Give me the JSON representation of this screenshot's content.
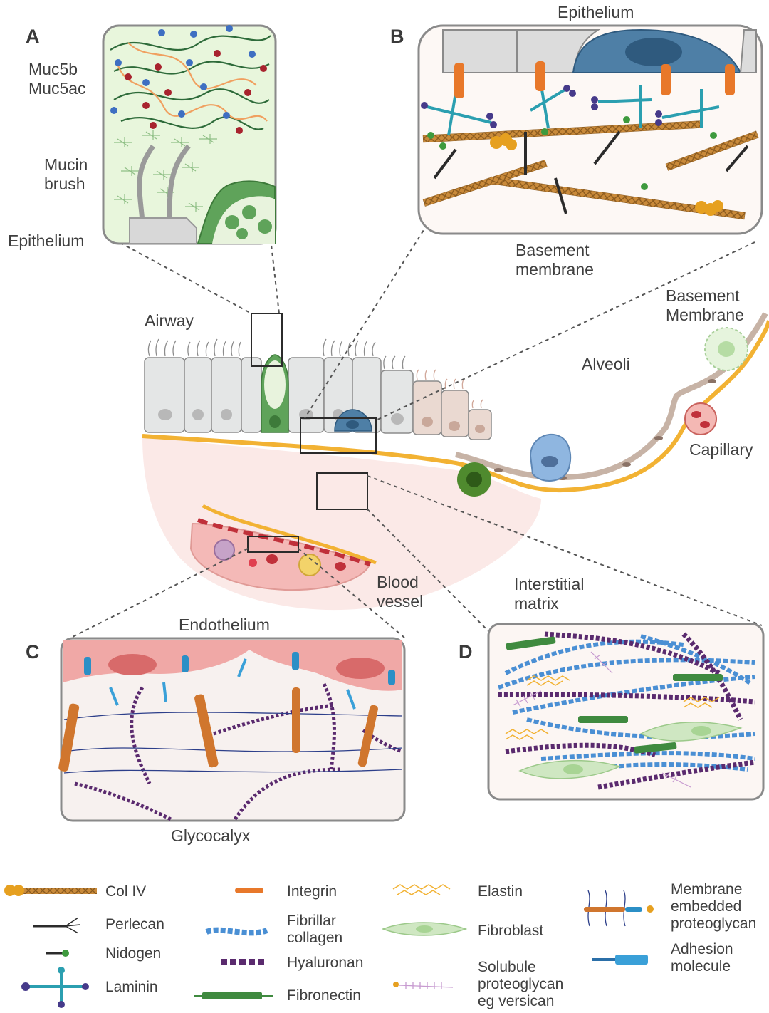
{
  "panels": {
    "a": {
      "letter": "A",
      "mucins_line1": "Muc5b",
      "mucins_line2": "Muc5ac",
      "brush_line1": "Mucin",
      "brush_line2": "brush",
      "epithelium": "Epithelium"
    },
    "b": {
      "letter": "B",
      "epithelium": "Epithelium",
      "bm_line1": "Basement",
      "bm_line2": "membrane"
    },
    "c": {
      "letter": "C",
      "endothelium": "Endothelium",
      "glycocalyx": "Glycocalyx"
    },
    "d": {
      "letter": "D",
      "im_line1": "Interstitial",
      "im_line2": "matrix"
    }
  },
  "overview": {
    "airway": "Airway",
    "bm_line1": "Basement",
    "bm_line2": "Membrane",
    "alveoli": "Alveoli",
    "capillary": "Capillary",
    "bv_line1": "Blood",
    "bv_line2": "vessel"
  },
  "legend": {
    "col4": "Col IV",
    "perlecan": "Perlecan",
    "nidogen": "Nidogen",
    "laminin": "Laminin",
    "integrin": "Integrin",
    "fib_col_line1": "Fibrillar",
    "fib_col_line2": "collagen",
    "hyaluronan": "Hyaluronan",
    "fibronectin": "Fibronectin",
    "elastin": "Elastin",
    "fibroblast": "Fibroblast",
    "pg_line1": "Solubule",
    "pg_line2": "proteoglycan",
    "pg_line3": "eg versican",
    "mep_line1": "Membrane",
    "mep_line2": "embedded",
    "mep_line3": "proteoglycan",
    "adh_line1": "Adhesion",
    "adh_line2": "molecule"
  },
  "colors": {
    "basement_membrane": "#f2b233",
    "col4": "#c98a3a",
    "mucus_bg": "#e8f6dc",
    "goblet": "#5fa35a",
    "endothelium": "#f0a8a6",
    "collagen": "#4a8fd4",
    "hyaluronan": "#5a2a6e",
    "fibronectin": "#3f8a3f",
    "laminin": "#2b9fb0",
    "perlecan": "#2b2b2b"
  }
}
